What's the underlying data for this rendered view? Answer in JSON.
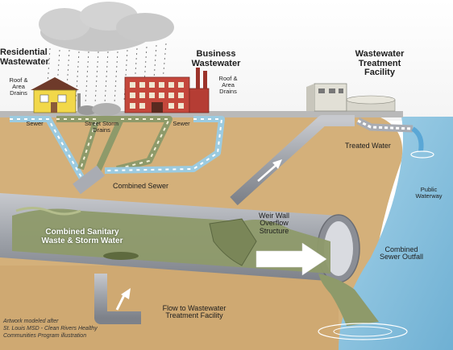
{
  "labels": {
    "residential": "Residential\nWastewater",
    "business": "Business\nWastewater",
    "facility": "Wastewater\nTreatment\nFacility",
    "roof_left": "Roof &\nArea\nDrains",
    "roof_right": "Roof &\nArea\nDrains",
    "sewer_left": "Sewer",
    "street_storm": "Street Storm\nDrains",
    "sewer_right": "Sewer",
    "treated_water": "Treated Water",
    "combined_sewer": "Combined Sewer",
    "public_waterway": "Public\nWaterway",
    "combined_sanitary": "Combined Sanitary\nWaste & Storm Water",
    "weir_wall": "Weir Wall\nOverflow\nStructure",
    "outfall": "Combined\nSewer Outfall",
    "flow_to": "Flow to Wastewater\nTreatment Facility",
    "credit": "Artwork modeled after\nSt. Louis MSD - Clean Rivers Healthy\nCommunities Program illustration"
  },
  "colors": {
    "soil": "#d4b07a",
    "water": "#8fc3dc",
    "pipe": "#a9acb3",
    "sewage": "#8e9a6a",
    "cloud": "#c7c7c7",
    "house": "#f2d84a",
    "brick": "#c4473c"
  }
}
